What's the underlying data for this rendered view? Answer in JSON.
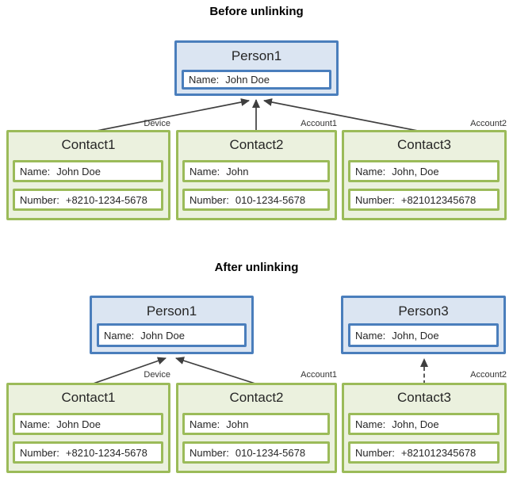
{
  "colors": {
    "person_border": "#4a7ebc",
    "person_fill": "#dbe5f2",
    "contact_border": "#9bbb59",
    "contact_fill": "#ebf1de",
    "connector": "#3f3f3f",
    "text": "#262626"
  },
  "diagram": {
    "before": {
      "title": "Before unlinking",
      "persons": [
        {
          "name": "Person1",
          "fields": [
            {
              "label": "Name:",
              "value": "John Doe"
            }
          ]
        }
      ],
      "contacts": [
        {
          "name": "Contact1",
          "link_label": "Device",
          "fields": [
            {
              "label": "Name:",
              "value": "John Doe"
            },
            {
              "label": "Number:",
              "value": "+8210-1234-5678"
            }
          ]
        },
        {
          "name": "Contact2",
          "link_label": "Account1",
          "fields": [
            {
              "label": "Name:",
              "value": "John"
            },
            {
              "label": "Number:",
              "value": "010-1234-5678"
            }
          ]
        },
        {
          "name": "Contact3",
          "link_label": "Account2",
          "fields": [
            {
              "label": "Name:",
              "value": "John, Doe"
            },
            {
              "label": "Number:",
              "value": "+821012345678"
            }
          ]
        }
      ]
    },
    "after": {
      "title": "After unlinking",
      "persons": [
        {
          "name": "Person1",
          "fields": [
            {
              "label": "Name:",
              "value": "John Doe"
            }
          ]
        },
        {
          "name": "Person3",
          "fields": [
            {
              "label": "Name:",
              "value": "John, Doe"
            }
          ]
        }
      ],
      "contacts": [
        {
          "name": "Contact1",
          "link_label": "Device",
          "fields": [
            {
              "label": "Name:",
              "value": "John Doe"
            },
            {
              "label": "Number:",
              "value": "+8210-1234-5678"
            }
          ]
        },
        {
          "name": "Contact2",
          "link_label": "Account1",
          "fields": [
            {
              "label": "Name:",
              "value": "John"
            },
            {
              "label": "Number:",
              "value": "010-1234-5678"
            }
          ]
        },
        {
          "name": "Contact3",
          "link_label": "Account2",
          "fields": [
            {
              "label": "Name:",
              "value": "John, Doe"
            },
            {
              "label": "Number:",
              "value": "+821012345678"
            }
          ]
        }
      ]
    }
  }
}
